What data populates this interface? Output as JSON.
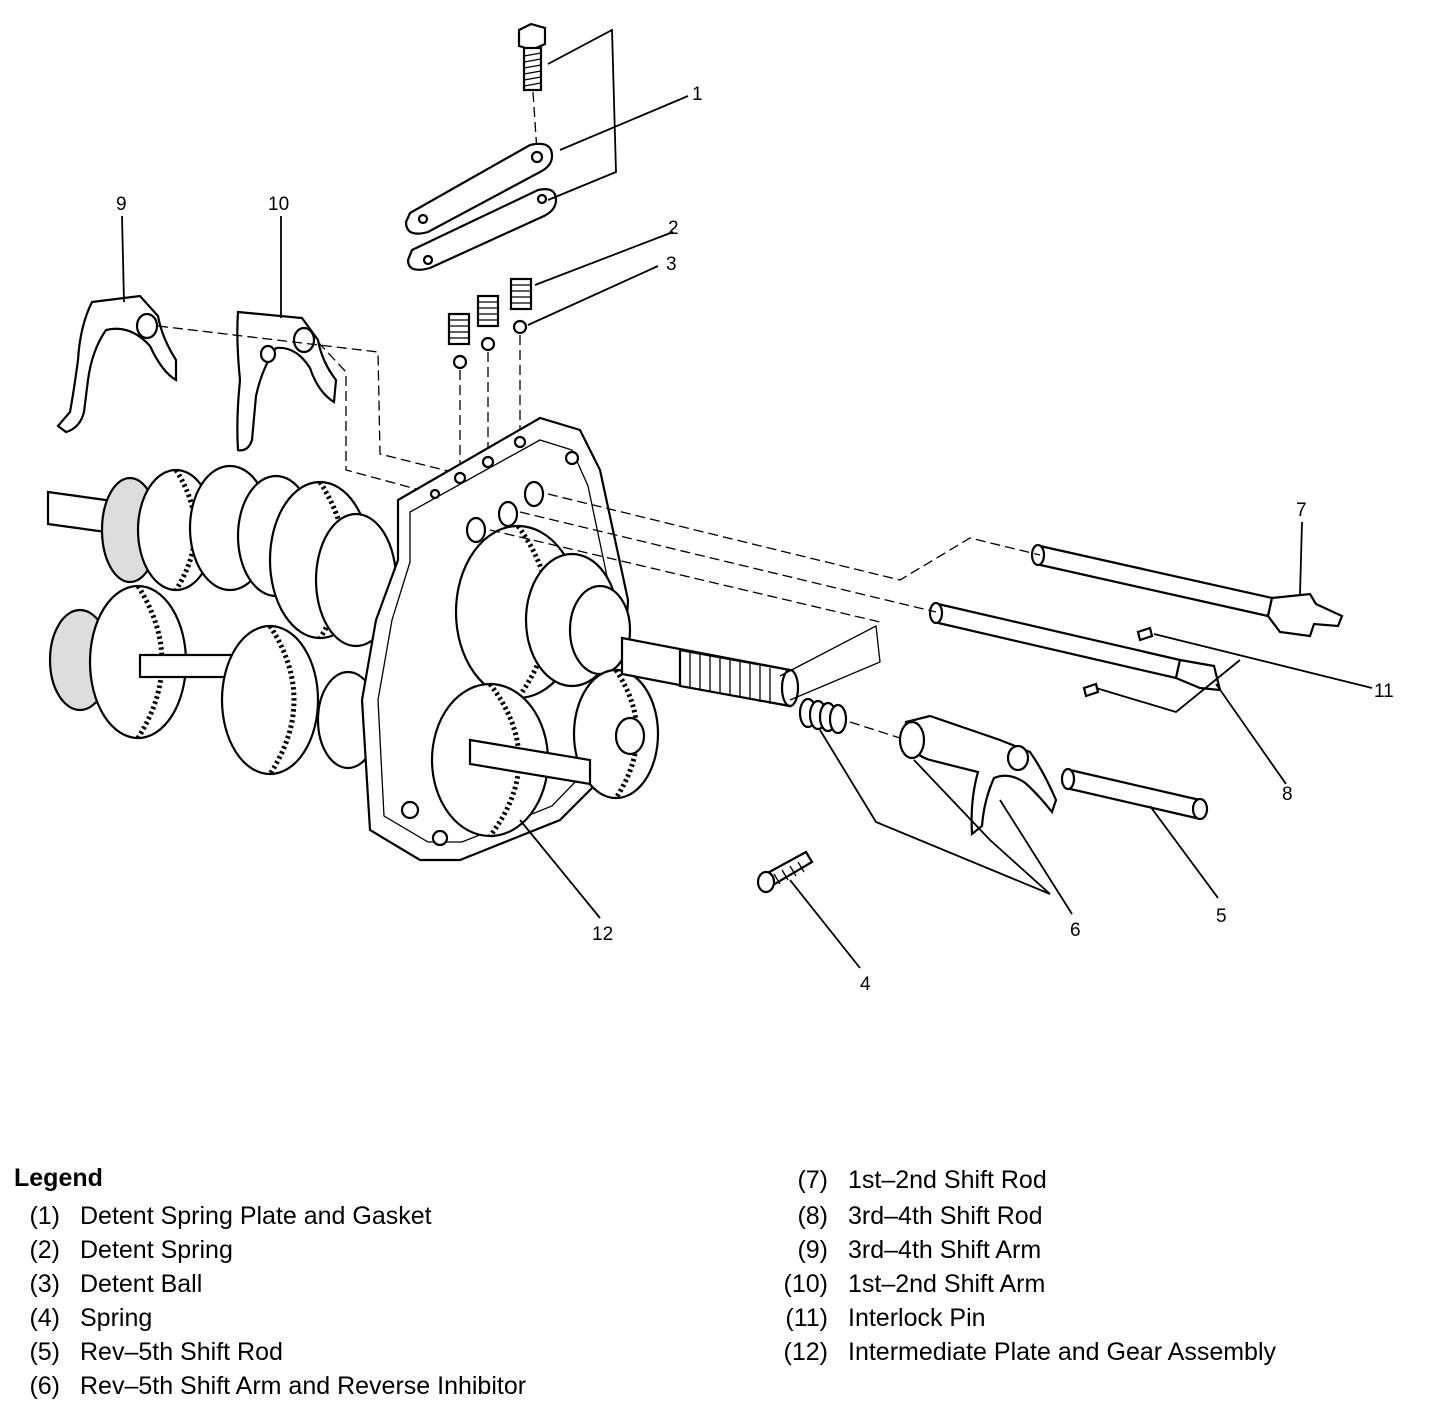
{
  "callouts": [
    "1",
    "2",
    "3",
    "4",
    "5",
    "6",
    "7",
    "8",
    "9",
    "10",
    "11",
    "12"
  ],
  "legend": {
    "title": "Legend",
    "items": [
      {
        "num": "(1)",
        "label": "Detent Spring Plate and Gasket"
      },
      {
        "num": "(2)",
        "label": "Detent Spring"
      },
      {
        "num": "(3)",
        "label": "Detent Ball"
      },
      {
        "num": "(4)",
        "label": "Spring"
      },
      {
        "num": "(5)",
        "label": "Rev–5th Shift Rod"
      },
      {
        "num": "(6)",
        "label": "Rev–5th Shift Arm and Reverse Inhibitor"
      },
      {
        "num": "(7)",
        "label": "1st–2nd Shift Rod"
      },
      {
        "num": "(8)",
        "label": "3rd–4th Shift Rod"
      },
      {
        "num": "(9)",
        "label": "3rd–4th Shift Arm"
      },
      {
        "num": "(10)",
        "label": "1st–2nd Shift Arm"
      },
      {
        "num": "(11)",
        "label": "Interlock Pin"
      },
      {
        "num": "(12)",
        "label": "Intermediate Plate and Gear Assembly"
      }
    ]
  }
}
